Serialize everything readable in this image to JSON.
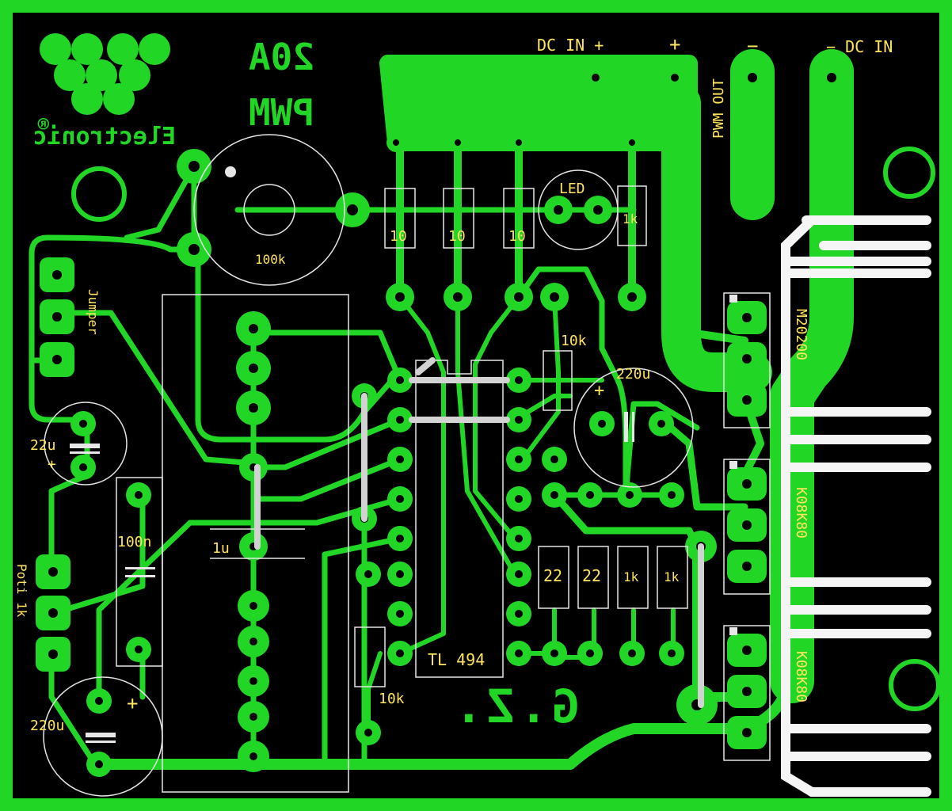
{
  "colors": {
    "board": "#000000",
    "copper": "#21d624",
    "silkscreen": "#ffffff",
    "label": "#ffe45e",
    "wire": "#d9d9d9"
  },
  "logo": {
    "brand": "Electronic",
    "mark": "®"
  },
  "title": {
    "line1": "20A",
    "line2": "PWM"
  },
  "author_initials": "G.Z.",
  "connectors": {
    "dc_in_plus": "DC IN +",
    "plus": "+",
    "pwm_out": "PWM OUT",
    "minus": "−",
    "dc_in_minus": "− DC IN",
    "jumper": "Jumper",
    "poti": "Poti 1k"
  },
  "components": {
    "r_10_a": "10",
    "r_10_b": "10",
    "r_10_c": "10",
    "led": "LED",
    "r_1k_led": "1k",
    "pot_100k": "100k",
    "r_10k_top": "10k",
    "r_10k_bottom": "10k",
    "cap_220u_top": "220u",
    "cap_plus_top": "+",
    "cap_22u": "22u",
    "cap_22u_plus": "+",
    "cap_100n": "100n",
    "cap_1u": "1u",
    "cap_220u_bottom": "220u",
    "cap_plus_bottom": "+",
    "r_22_a": "22",
    "r_22_b": "22",
    "r_1k_a": "1k",
    "r_1k_b": "1k",
    "ic": "TL 494",
    "mosfet_1": "M20200",
    "mosfet_2": "K08K80",
    "mosfet_3": "K08K80"
  }
}
